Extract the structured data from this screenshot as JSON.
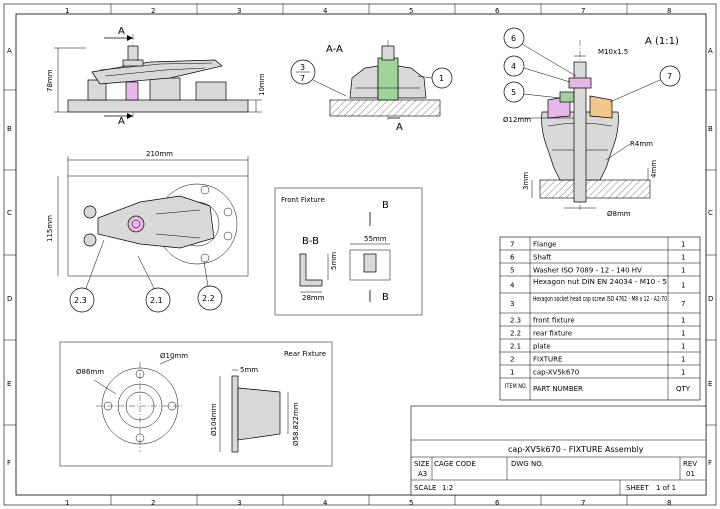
{
  "border": {
    "columns": [
      "1",
      "2",
      "3",
      "4",
      "5",
      "6",
      "7",
      "8"
    ],
    "rows": [
      "A",
      "B",
      "C",
      "D",
      "E",
      "F"
    ]
  },
  "views": {
    "top_view": {
      "section_marker_top": "A",
      "section_marker_bottom": "A",
      "dim_height": "78mm",
      "dim_plate": "10mm"
    },
    "section_aa": {
      "title": "A-A",
      "label_left": "3",
      "label_left_sub": "7",
      "label_right": "1",
      "marker": "A"
    },
    "detail_a": {
      "title": "A (1:1)",
      "dim_thread": "M10x1.5",
      "dim_shaft": "Ø12mm",
      "dim_radius": "R4mm",
      "dim_base": "3mm",
      "dim_base2": "4mm",
      "dim_bore": "Ø8mm",
      "balloons": [
        "6",
        "4",
        "5",
        "7"
      ]
    },
    "plan_view": {
      "dim_width": "210mm",
      "dim_height": "115mm",
      "balloons": [
        "2.3",
        "2.1",
        "2.2"
      ]
    },
    "front_fixture": {
      "title": "Front Fixture",
      "section_title": "B-B",
      "marker_top": "B",
      "marker_bottom": "B",
      "dim_width": "55mm",
      "dim_height": "5mm",
      "dim_len": "28mm"
    },
    "rear_fixture": {
      "title": "Rear Fixture",
      "dim_outer": "Ø86mm",
      "dim_hole": "Ø10mm",
      "dim_thick": "5mm",
      "dim_flange": "Ø104mm",
      "dim_hub": "Ø58.822mm"
    }
  },
  "bom": {
    "header": {
      "item": "ITEM NO.",
      "part": "PART NUMBER",
      "qty": "QTY"
    },
    "rows": [
      {
        "item": "7",
        "part": "Flange",
        "qty": "1"
      },
      {
        "item": "6",
        "part": "Shaft",
        "qty": "1"
      },
      {
        "item": "5",
        "part": "Washer ISO 7089 - 12 - 140 HV",
        "qty": "1"
      },
      {
        "item": "4",
        "part": "Hexagon nut DIN EN 24034 - M10 - 5",
        "qty": "1"
      },
      {
        "item": "3",
        "part": "Hexagon socket head cap screw ISO 4762 - M8 x 12 - A2-70",
        "qty": "7"
      },
      {
        "item": "2.3",
        "part": "front fixture",
        "qty": "1"
      },
      {
        "item": "2.2",
        "part": "rear fixture",
        "qty": "1"
      },
      {
        "item": "2.1",
        "part": "plate",
        "qty": "1"
      },
      {
        "item": "2",
        "part": "FIXTURE",
        "qty": "1"
      },
      {
        "item": "1",
        "part": "cap-XV5k670",
        "qty": "1"
      }
    ]
  },
  "title_block": {
    "title": "cap-XV5k670 - FIXTURE Assembly",
    "size_label": "SIZE",
    "size": "A3",
    "cage_label": "CAGE CODE",
    "dwg_label": "DWG NO.",
    "rev_label": "REV",
    "rev": "01",
    "scale_label": "SCALE",
    "scale": "1:2",
    "sheet_label": "SHEET",
    "sheet": "1 of 1"
  }
}
